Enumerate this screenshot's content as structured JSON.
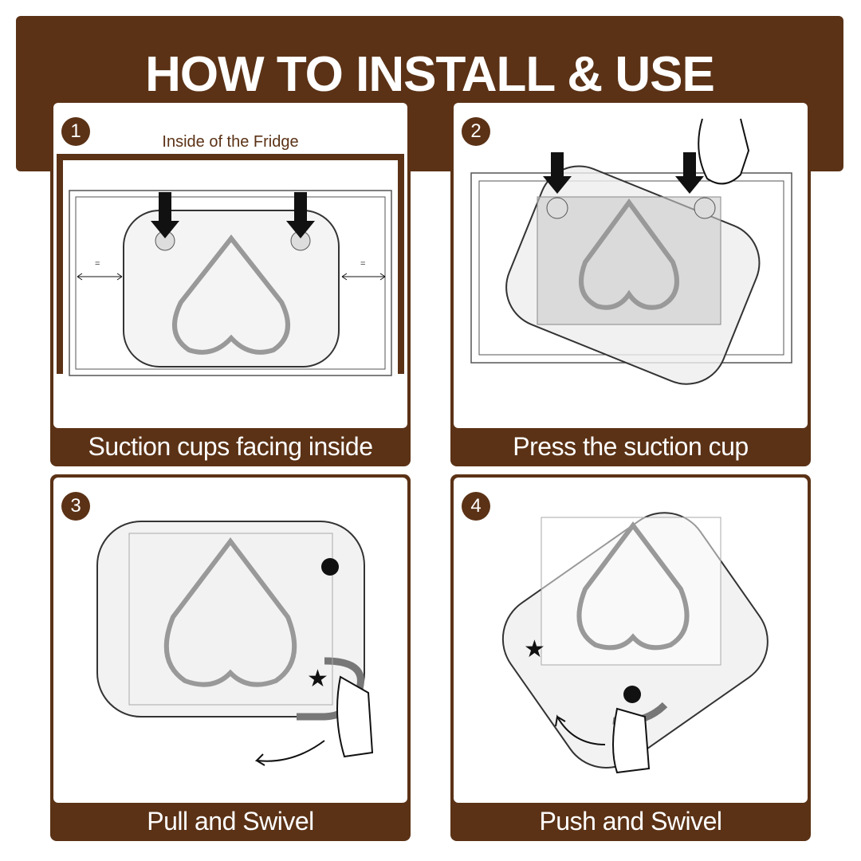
{
  "title": "HOW TO INSTALL & USE",
  "steps": [
    {
      "number": "1",
      "subtitle": "Inside of the Fridge",
      "caption": "Suction cups facing inside",
      "equal_marks": [
        "=",
        "="
      ]
    },
    {
      "number": "2",
      "caption": "Press the suction cup"
    },
    {
      "number": "3",
      "caption": "Pull and Swivel"
    },
    {
      "number": "4",
      "caption": "Push and Swivel"
    }
  ],
  "colors": {
    "brand_brown": "#5b3216"
  }
}
